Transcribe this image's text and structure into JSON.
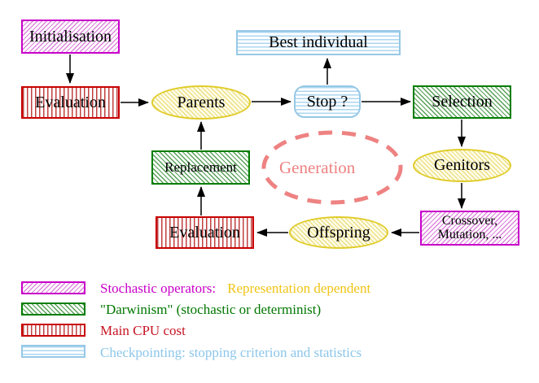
{
  "diagram": {
    "nodes": {
      "initialisation": "Initialisation",
      "evaluation_top": "Evaluation",
      "parents": "Parents",
      "best_individual": "Best individual",
      "stop": "Stop ?",
      "selection": "Selection",
      "genitors": "Genitors",
      "crossover_line1": "Crossover,",
      "crossover_line2": "Mutation, ...",
      "offspring": "Offspring",
      "evaluation_bottom": "Evaluation",
      "replacement": "Replacement",
      "generation": "Generation"
    }
  },
  "legend": {
    "rows": [
      {
        "label": "Stochastic operators:",
        "label2": "Representation dependent"
      },
      {
        "label": "\"Darwinism\" (stochastic or determinist)"
      },
      {
        "label": "Main CPU cost"
      },
      {
        "label": "Checkpointing: stopping criterion and statistics"
      }
    ]
  },
  "colors": {
    "magenta": "#c800c8",
    "green": "#007700",
    "red": "#c80000",
    "cyan": "#96c8e6",
    "gold": "#f0c414",
    "salmon": "#ee8282",
    "arrow": "#000000"
  }
}
